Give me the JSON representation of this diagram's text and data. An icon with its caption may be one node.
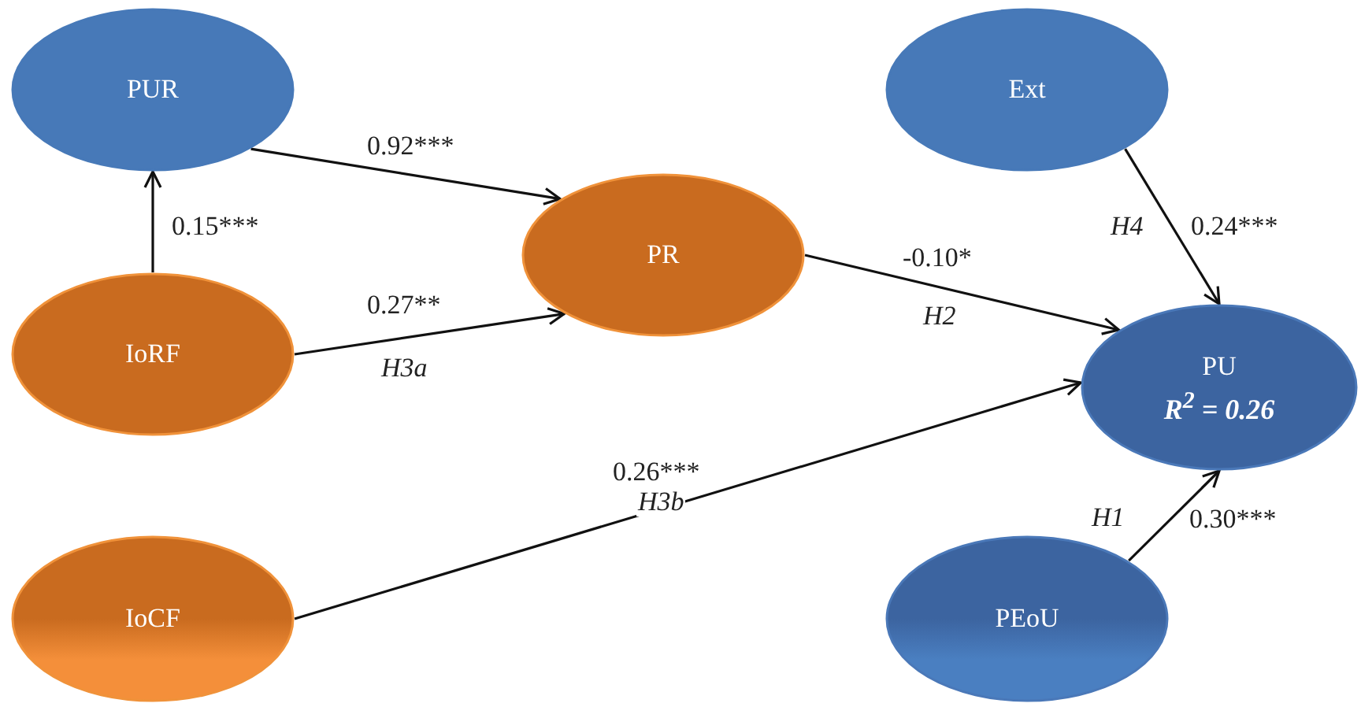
{
  "diagram": {
    "nodes": [
      {
        "text": [
          "PUR"
        ]
      },
      {
        "text": [
          "Ext"
        ]
      },
      {
        "text": [
          "PR"
        ]
      },
      {
        "text": [
          "IoRF"
        ]
      },
      {
        "text": [
          "PU",
          "R$^{2}$ = 0.26"
        ]
      },
      {
        "text": [
          "IoCF"
        ]
      },
      {
        "text": [
          "PEoU"
        ]
      }
    ],
    "edges": [
      {
        "from": 3,
        "to": 0,
        "arrow": "to",
        "label": "0.15***"
      },
      {
        "from": 0,
        "to": 2,
        "arrow": "to",
        "label": "0.92***"
      },
      {
        "from": 3,
        "to": 2,
        "arrow": "to",
        "label": "0.27**"
      },
      {
        "from": 2,
        "to": 4,
        "arrow": "to",
        "label": "-0.10*"
      },
      {
        "from": 1,
        "to": 4,
        "arrow": "to",
        "label": "0.24***"
      },
      {
        "from": 5,
        "to": 4,
        "arrow": "to",
        "label": "0.26***"
      },
      {
        "from": 6,
        "to": 4,
        "arrow": "to",
        "label": "0.30***"
      }
    ],
    "labels": [
      "H4",
      "H2",
      "H3a",
      "H3b",
      "H1"
    ]
  }
}
